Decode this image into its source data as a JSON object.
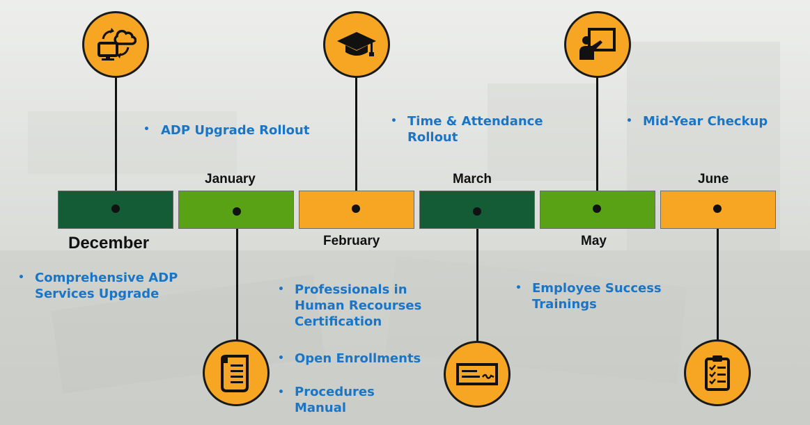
{
  "months": {
    "december": "December",
    "january": "January",
    "february": "February",
    "march": "March",
    "may": "May",
    "june": "June"
  },
  "notes": {
    "adp_upgrade_rollout": "ADP Upgrade Rollout",
    "time_attendance_1": "Time & Attendance",
    "time_attendance_2": "Rollout",
    "mid_year_checkup": "Mid-Year Checkup",
    "comprehensive_1": "Comprehensive ADP",
    "comprehensive_2": "Services Upgrade",
    "professionals_1": "Professionals in",
    "professionals_2": "Human Recourses",
    "professionals_3": "Certification",
    "open_enrollments": "Open Enrollments",
    "procedures_1": "Procedures",
    "procedures_2": "Manual",
    "employee_success_1": "Employee Success",
    "employee_success_2": "Trainings"
  },
  "bullet": "•",
  "colors": {
    "dark_green": "#135c35",
    "light_green": "#5aa215",
    "orange": "#f6a623",
    "blue_text": "#1b75c6"
  },
  "icons": [
    "cloud-sync-monitor-icon",
    "graduation-cap-icon",
    "presentation-board-icon",
    "scroll-document-icon",
    "check-payment-icon",
    "clipboard-checklist-icon"
  ]
}
